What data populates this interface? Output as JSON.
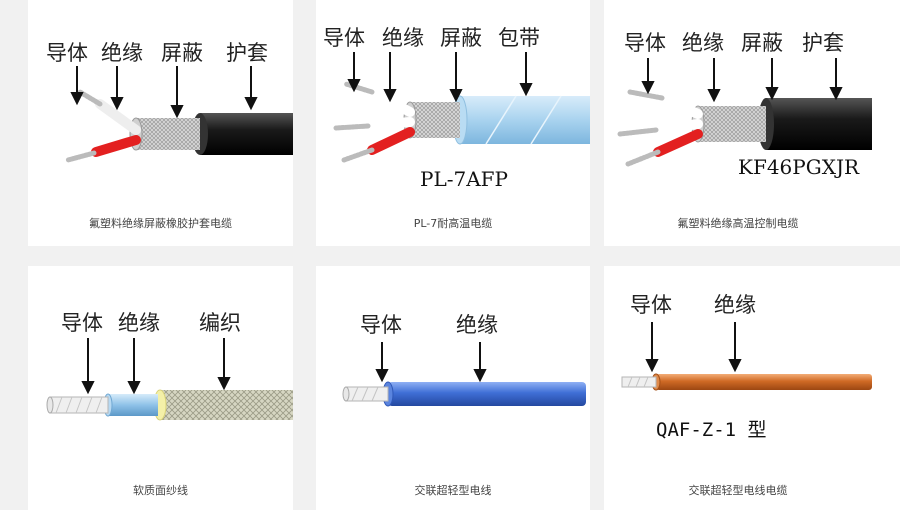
{
  "cards": [
    {
      "labels": [
        "导体",
        "绝缘",
        "屏蔽",
        "护套"
      ],
      "model": "",
      "caption": "氟塑料绝缘屏蔽橡胶护套电缆"
    },
    {
      "labels": [
        "导体",
        "绝缘",
        "屏蔽",
        "包带"
      ],
      "model": "PL-7AFP",
      "caption": "PL-7耐高温电缆"
    },
    {
      "labels": [
        "导体",
        "绝缘",
        "屏蔽",
        "护套"
      ],
      "model": "KF46PGXJR",
      "caption": "氟塑料绝缘高温控制电缆"
    },
    {
      "labels": [
        "导体",
        "绝缘",
        "编织"
      ],
      "model": "",
      "caption": "软质面纱线"
    },
    {
      "labels": [
        "导体",
        "绝缘"
      ],
      "model": "",
      "caption": "交联超轻型电线"
    },
    {
      "labels": [
        "导体",
        "绝缘"
      ],
      "model": "QAF-Z-1 型",
      "caption": "交联超轻型电线电缆"
    }
  ],
  "colors": {
    "red_core": "#e32020",
    "jacket_black": "#1a1a1a",
    "tape_blue": "#a9d3ef",
    "insulation_blue": "#3f6fd6",
    "insulation_orange": "#d06a25",
    "braid": "#c8c8b4"
  }
}
